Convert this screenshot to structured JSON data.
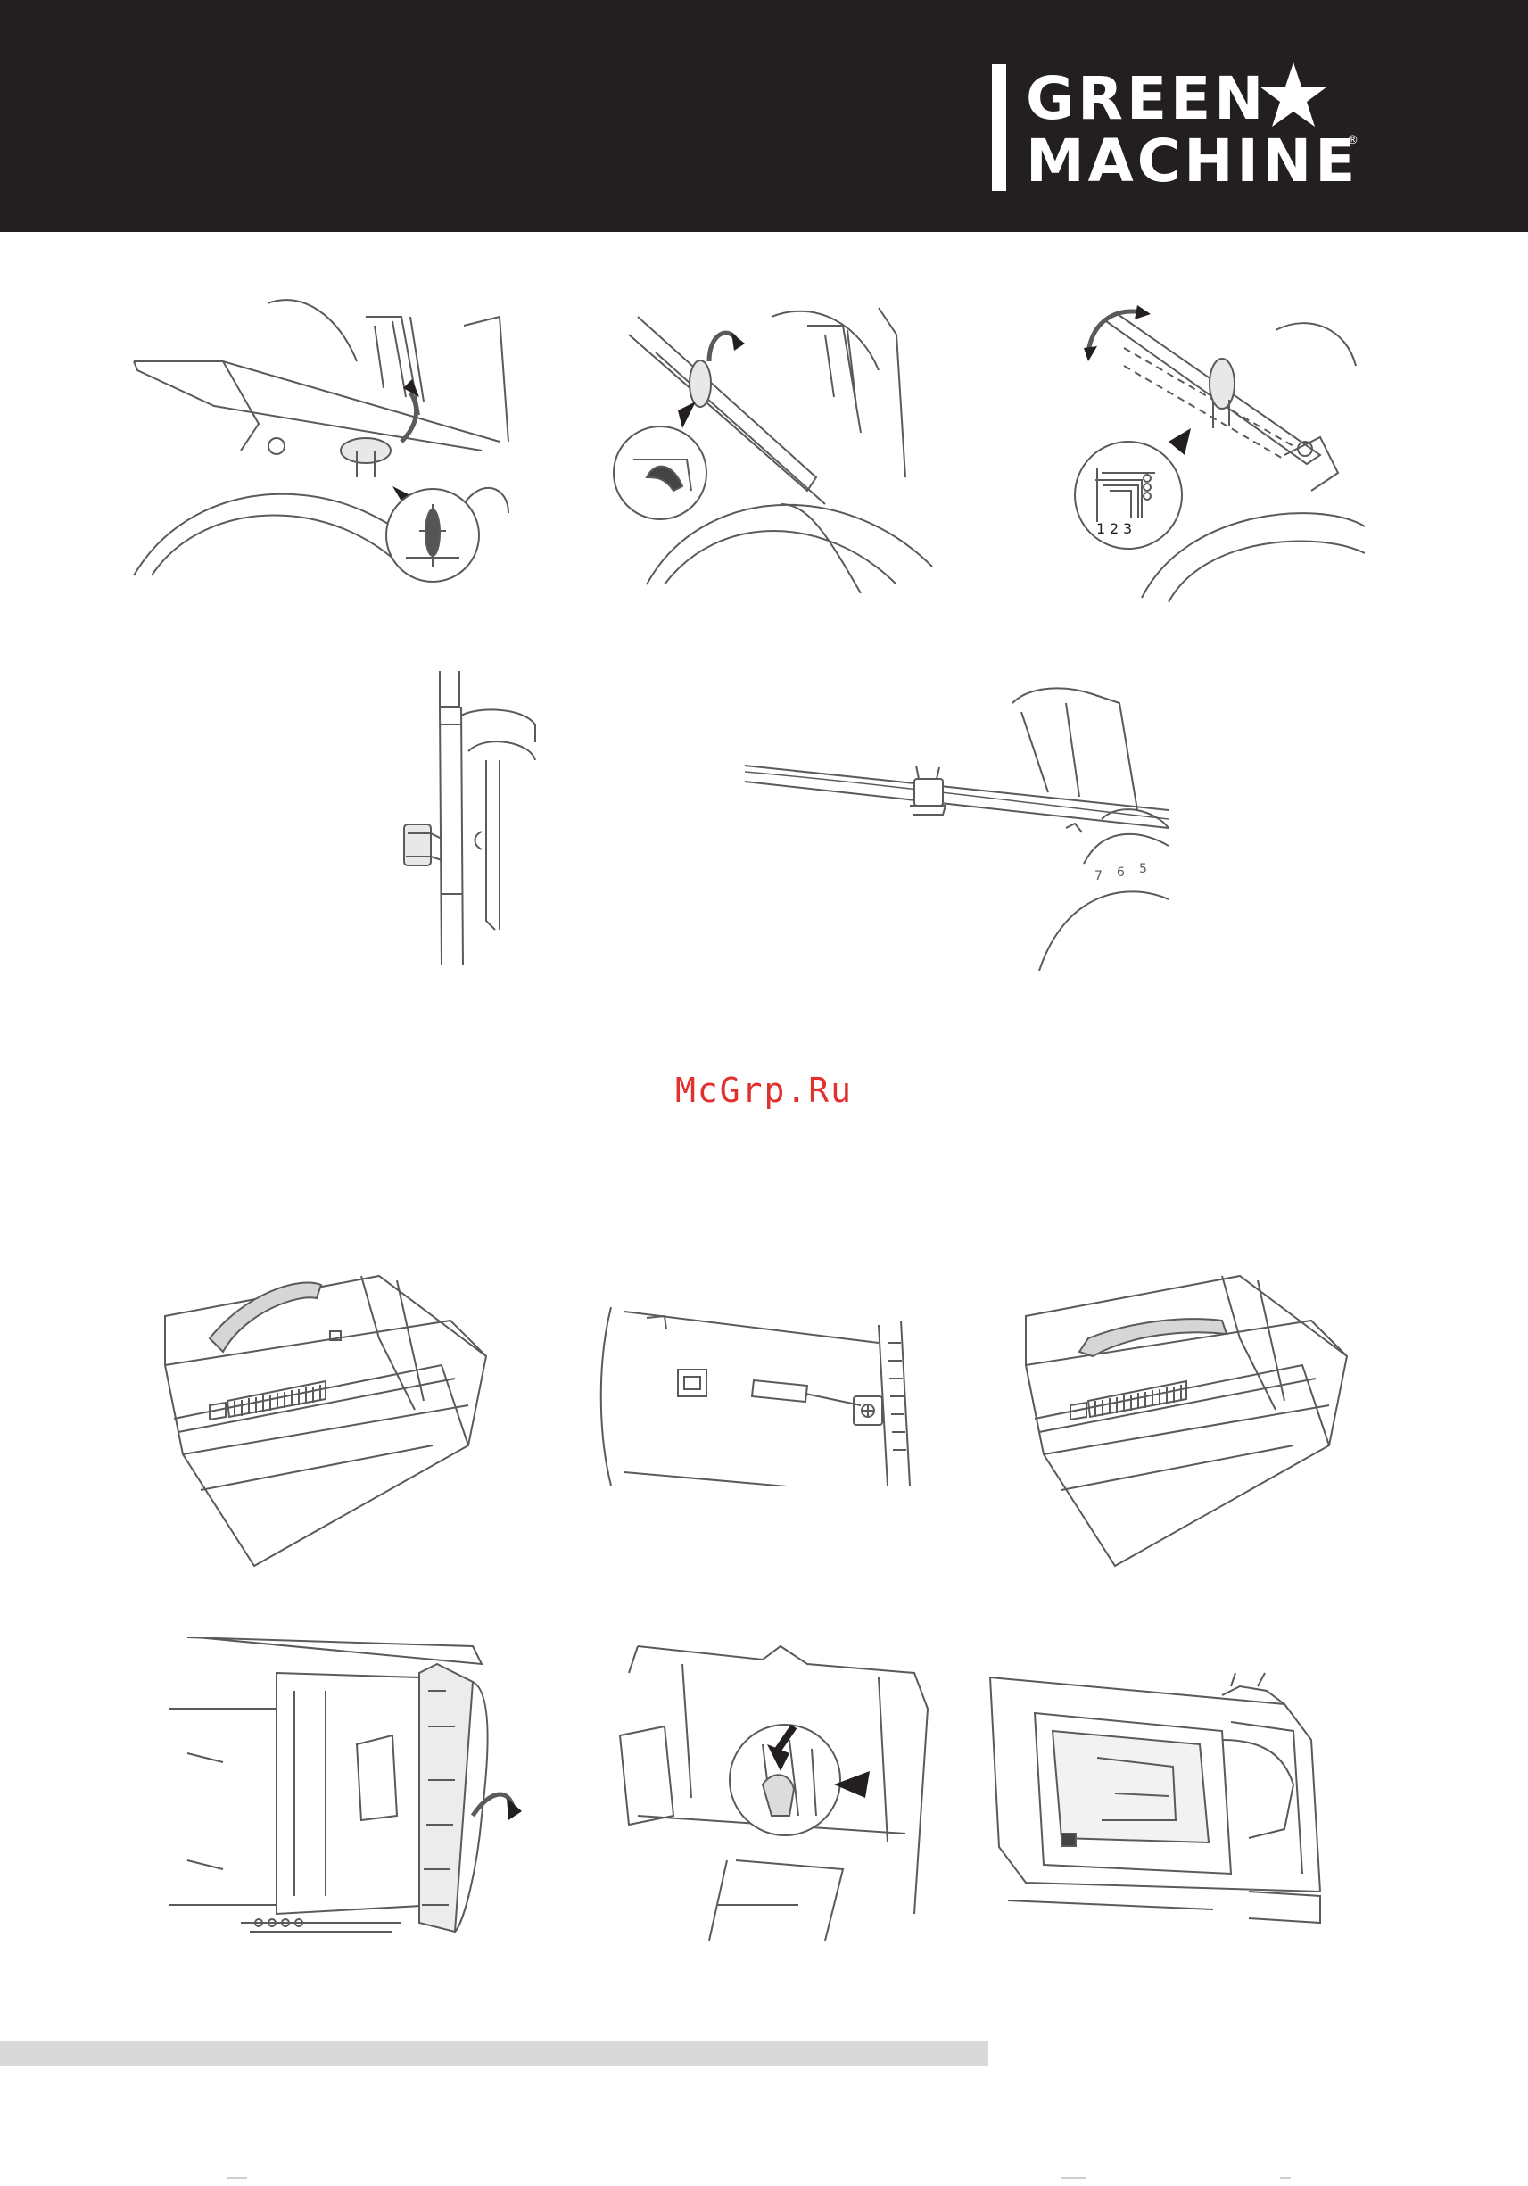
{
  "brand": {
    "line1": "GREEN",
    "line2": "MACHINE",
    "registered": "®",
    "header_color": "#231f20"
  },
  "figures": {
    "fig3_labels": [
      "1",
      "2",
      "3"
    ],
    "fig5_scale": [
      "7",
      "6",
      "5"
    ]
  },
  "watermark": "McGrp.Ru",
  "colors": {
    "watermark": "#e0312f",
    "line": "#5a5a5a",
    "footer_bar": "#d9d9d9"
  }
}
